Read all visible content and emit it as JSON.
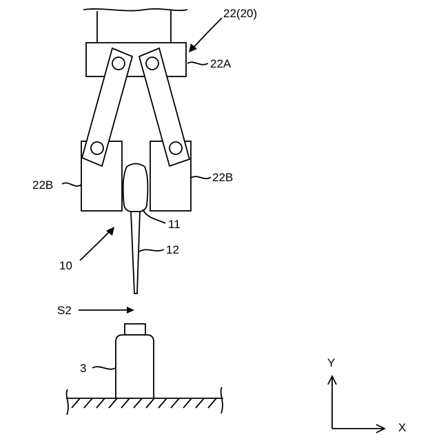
{
  "labels": {
    "assembly": "22(20)",
    "upper_block": "22A",
    "finger_left": "22B",
    "finger_right": "22B",
    "tool_head": "11",
    "tool_shaft": "12",
    "tool": "10",
    "gap": "S2",
    "workpiece": "3",
    "axis_y": "Y",
    "axis_x": "X"
  }
}
